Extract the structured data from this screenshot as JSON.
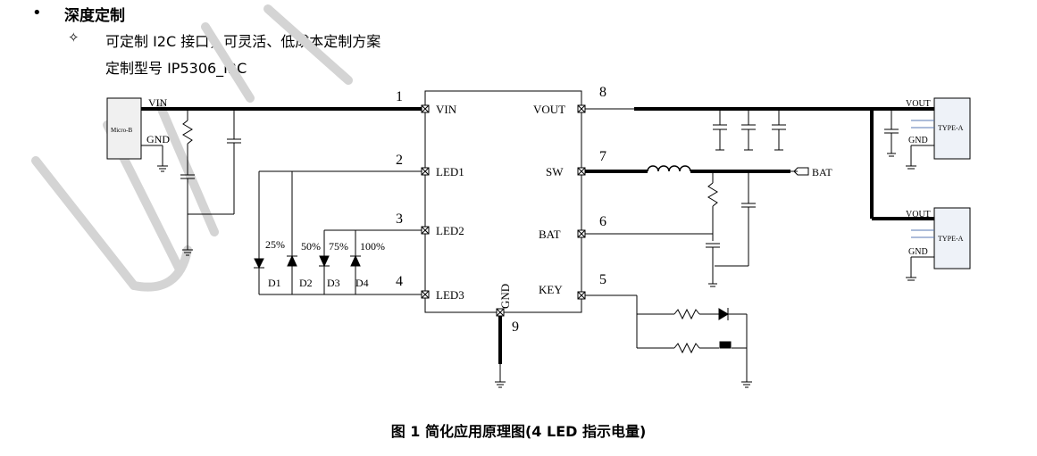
{
  "section": {
    "bullet": "•",
    "title": "深度定制",
    "item_marker": "✧",
    "line1": "可定制 I2C 接口，可灵活、低成本定制方案",
    "line2": "定制型号 IP5306_I2C"
  },
  "schematic": {
    "connector_left": "Micro-B",
    "left_vin": "VIN",
    "left_gnd": "GND",
    "pins": {
      "p1_num": "1",
      "p1": "VIN",
      "p2_num": "2",
      "p2": "LED1",
      "p3_num": "3",
      "p3": "LED2",
      "p4_num": "4",
      "p4": "LED3",
      "p5_num": "5",
      "p5": "KEY",
      "p6_num": "6",
      "p6": "BAT",
      "p7_num": "7",
      "p7": "SW",
      "p8_num": "8",
      "p8": "VOUT",
      "p9_num": "9",
      "p9": "GND"
    },
    "leds": {
      "pct1": "25%",
      "pct2": "50%",
      "pct3": "75%",
      "pct4": "100%",
      "d1": "D1",
      "d2": "D2",
      "d3": "D3",
      "d4": "D4"
    },
    "bat_label": "BAT",
    "usb1": {
      "name": "TYPE-A",
      "vout": "VOUT",
      "gnd": "GND"
    },
    "usb2": {
      "name": "TYPE-A",
      "vout": "VOUT",
      "gnd": "GND"
    }
  },
  "caption": "图 1 简化应用原理图(4 LED 指示电量)"
}
